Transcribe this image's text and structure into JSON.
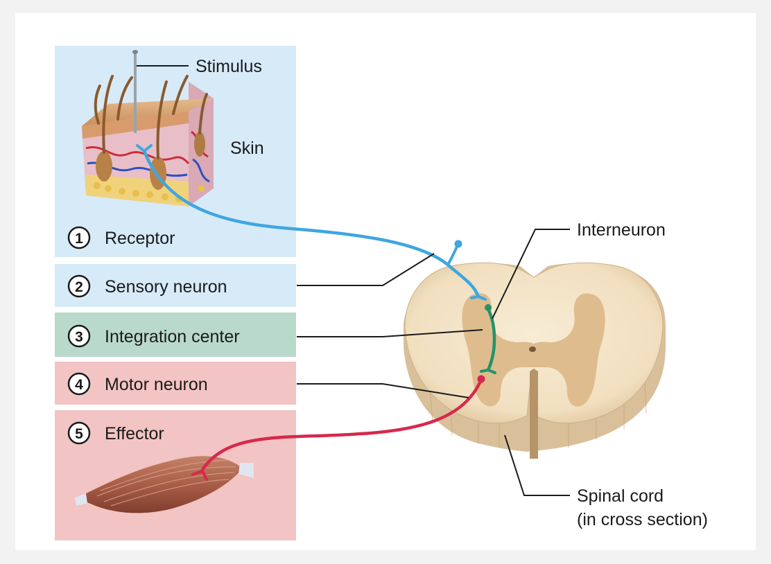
{
  "labels": {
    "stimulus": "Stimulus",
    "skin": "Skin",
    "interneuron": "Interneuron",
    "spinal_cord_1": "Spinal cord",
    "spinal_cord_2": "(in cross section)"
  },
  "steps": [
    {
      "number": "1",
      "label": "Receptor"
    },
    {
      "number": "2",
      "label": "Sensory neuron"
    },
    {
      "number": "3",
      "label": "Integration center"
    },
    {
      "number": "4",
      "label": "Motor neuron"
    },
    {
      "number": "5",
      "label": "Effector"
    }
  ],
  "colors": {
    "sensory": "#3ea6e0",
    "integration": "#23936a",
    "motor": "#d7284c",
    "panel_blue": "#d6eaf8",
    "panel_green": "#b9d9cd",
    "panel_pink": "#f2c4c3"
  }
}
